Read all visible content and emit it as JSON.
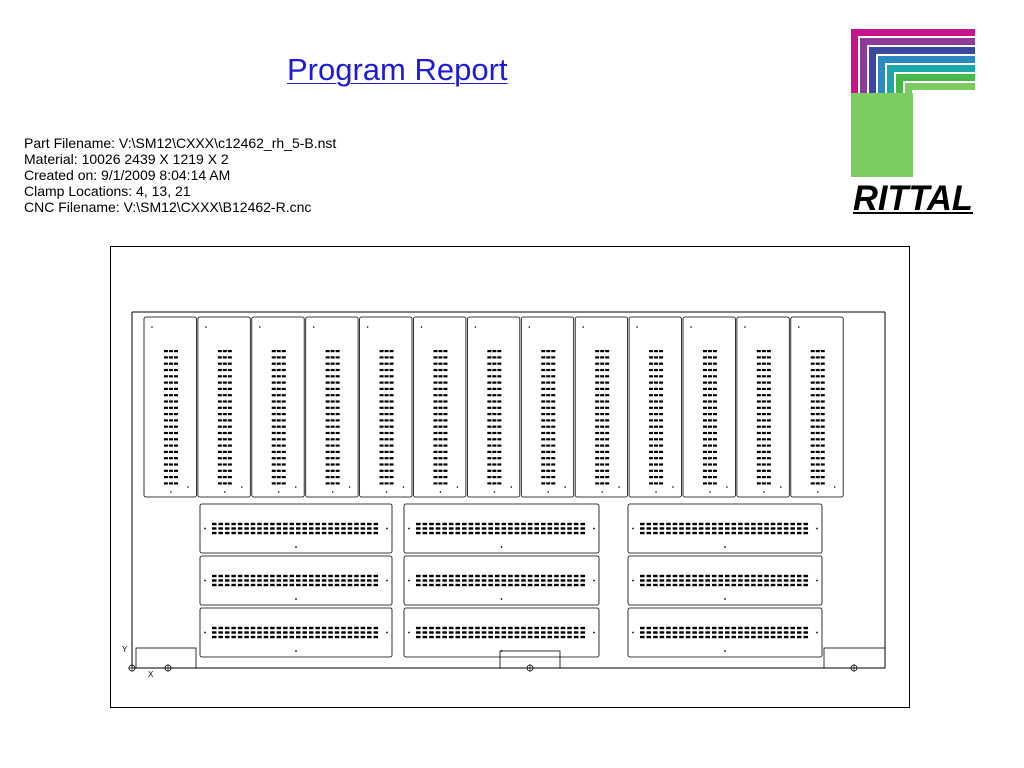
{
  "header": {
    "title": "Program Report"
  },
  "info": {
    "part_filename": "Part Filename: V:\\SM12\\CXXX\\c12462_rh_5-B.nst",
    "material": "Material: 10026 2439 X 1219 X 2",
    "created_on": "Created on: 9/1/2009 8:04:14 AM",
    "clamp_locations": "Clamp Locations: 4, 13, 21",
    "cnc_filename": "CNC Filename: V:\\SM12\\CXXX\\B12462-R.cnc"
  },
  "logo": {
    "text": "RITTAL",
    "colors": [
      "#c8148c",
      "#8c3c98",
      "#3c48a0",
      "#2c88c0",
      "#1ca8a8",
      "#48b848",
      "#7ccc60"
    ]
  },
  "drawing": {
    "axis_y": "Y",
    "axis_x": "X",
    "vertical_panel_count": 13,
    "horizontal_panel_count": 9
  }
}
